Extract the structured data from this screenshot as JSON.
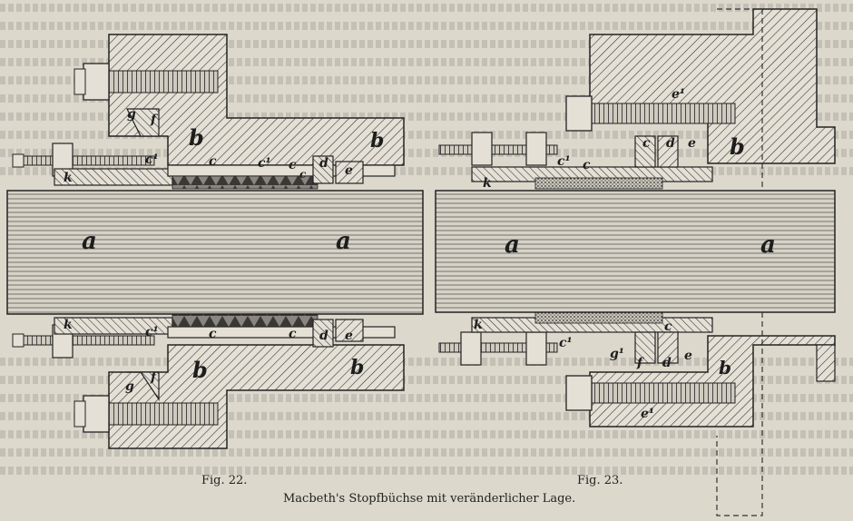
{
  "captions": {
    "fig22": "Fig. 22.",
    "fig23": "Fig. 23.",
    "title": "Macbeth's Stopfbüchse mit veränderlicher Lage."
  },
  "fig22": {
    "labels": {
      "a_left": "a",
      "a_right": "a",
      "b_top": "b",
      "b_top_right": "b",
      "b_bottom": "b",
      "b_bottom_right": "b",
      "c_top_1": "c",
      "c1_top": "c¹",
      "c_top_2": "c",
      "c_top_3": "c",
      "c1_top_2": "c¹",
      "d_top": "d",
      "e_top": "e",
      "f_top": "f",
      "g_top": "g",
      "k_top": "k",
      "c_bot_1": "c",
      "c1_bot": "c¹",
      "c_bot_2": "c",
      "d_bot": "d",
      "e_bot": "e",
      "f_bot": "f",
      "g_bot": "g",
      "k_bot": "k"
    }
  },
  "fig23": {
    "labels": {
      "a_left": "a",
      "a_right": "a",
      "b_top": "b",
      "b_bot": "b",
      "c1_top": "c¹",
      "c_top": "c",
      "d_top": "d",
      "e_top": "e",
      "c_top_2": "c",
      "e1_top": "e¹",
      "k_top": "k",
      "c1_bot": "c¹",
      "c_bot": "c",
      "g_bot": "g¹",
      "f_bot": "f",
      "d_bot": "d",
      "e_bot": "e",
      "e1_bot": "e¹",
      "k_bot": "k"
    }
  },
  "colors": {
    "paper": "#dcd8cc",
    "ink": "#1d1d1d"
  }
}
